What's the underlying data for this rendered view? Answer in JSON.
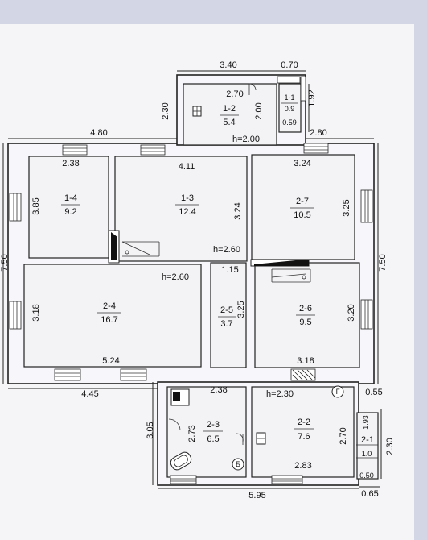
{
  "colors": {
    "background": "#d3d6e4",
    "paper": "#f5f5f8",
    "ink": "#1a1a1a"
  },
  "dims": {
    "top_340": "3.40",
    "top_070": "0.70",
    "d_270": "2.70",
    "d_230": "2.30",
    "d_200": "2.00",
    "d_192": "1.92",
    "d_09": "0.9",
    "d_059": "0.59",
    "h200": "h=2.00",
    "d_480": "4.80",
    "d_280": "2.80",
    "d_238a": "2.38",
    "d_411": "4.11",
    "d_324a": "3.24",
    "d_385": "3.85",
    "d_324b": "3.24",
    "d_325a": "3.25",
    "d_750l": "7.50",
    "d_750r": "7.50",
    "h260a": "h=2.60",
    "h260b": "h=2.60",
    "d_115": "1.15",
    "d_318a": "3.18",
    "d_325b": "3.25",
    "d_320": "3.20",
    "d_524": "5.24",
    "d_318b": "3.18",
    "d_445": "4.45",
    "d_238b": "2.38",
    "h230": "h=2.30",
    "d_055": "0.55",
    "d_305": "3.05",
    "d_273": "2.73",
    "d_270b": "2.70",
    "d_193": "1.93",
    "d_10": "1.0",
    "d_230b": "2.30",
    "d_050": "0.50",
    "d_283": "2.83",
    "d_595": "5.95",
    "d_065": "0.65"
  },
  "rooms": [
    {
      "id": "1-1",
      "area": "0.9"
    },
    {
      "id": "1-2",
      "area": "5.4"
    },
    {
      "id": "1-3",
      "area": "12.4"
    },
    {
      "id": "1-4",
      "area": "9.2"
    },
    {
      "id": "2-7",
      "area": "10.5"
    },
    {
      "id": "2-4",
      "area": "16.7"
    },
    {
      "id": "2-5",
      "area": "3.7"
    },
    {
      "id": "2-6",
      "area": "9.5"
    },
    {
      "id": "2-3",
      "area": "6.5"
    },
    {
      "id": "2-2",
      "area": "7.6"
    },
    {
      "id": "2-1",
      "area": ""
    }
  ],
  "markers": {
    "b": "Б",
    "g": "Г"
  }
}
